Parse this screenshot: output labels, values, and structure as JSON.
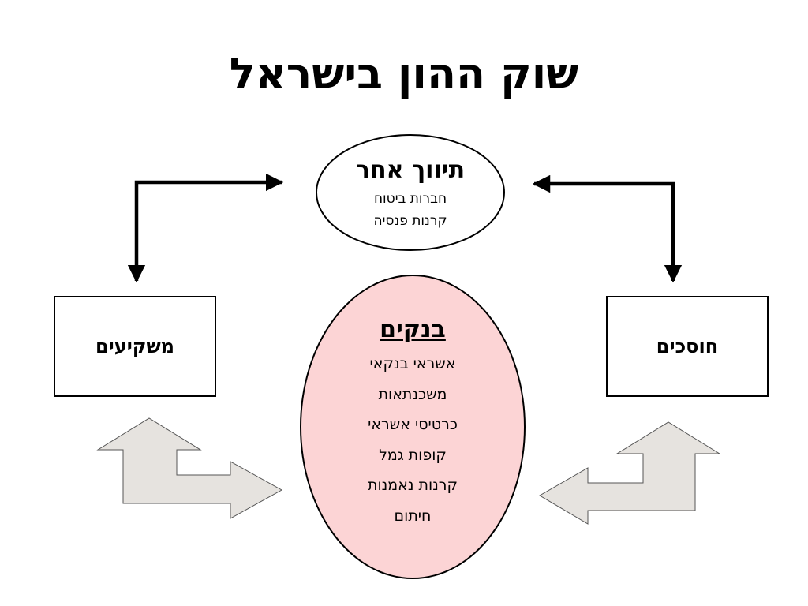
{
  "title": "שוק ההון בישראל",
  "other_intermediation": {
    "heading": "תיווך אחר",
    "items": [
      "חברות ביטוח",
      "קרנות פנסיה"
    ]
  },
  "banks": {
    "heading": "בנקים",
    "items": [
      "אשראי בנקאי",
      "משכנתאות",
      "כרטיסי אשראי",
      "קופות גמל",
      "קרנות נאמנות",
      "חיתום"
    ]
  },
  "investors": {
    "label": "משקיעים"
  },
  "savers": {
    "label": "חוסכים"
  },
  "colors": {
    "banks_fill": "#fcd4d5",
    "flow_arrow_fill": "#e6e3df",
    "line": "#000000"
  }
}
